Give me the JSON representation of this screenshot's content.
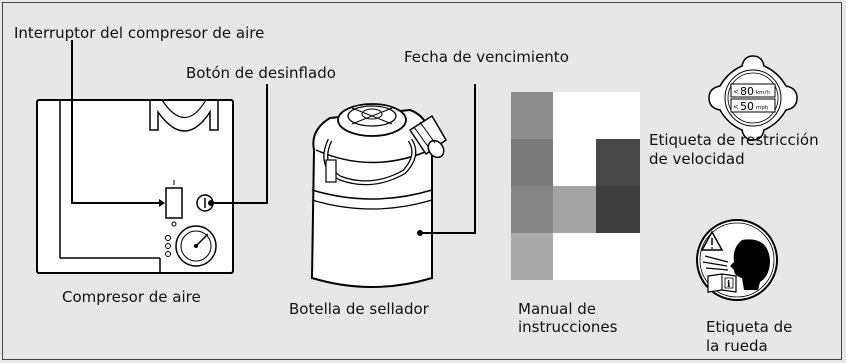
{
  "callouts": {
    "compressor_switch": "Interruptor del compresor de aire",
    "deflate_button": "Botón de desinflado",
    "expiry_date": "Fecha de vencimiento"
  },
  "items": {
    "compressor": "Compresor de aire",
    "sealant_bottle": "Botella de sellador",
    "manual_line1": "Manual de",
    "manual_line2": "instrucciones",
    "speed_label_line1": "Etiqueta de restricción",
    "speed_label_line2": "de velocidad",
    "wheel_label_line1": "Etiqueta de",
    "wheel_label_line2": "la rueda"
  },
  "speed_sticker": {
    "kmh_value": "80",
    "kmh_unit": "km/h",
    "mph_value": "50",
    "mph_unit": "mph"
  },
  "colors": {
    "background": "#e7e7e7",
    "line": "#000000"
  }
}
